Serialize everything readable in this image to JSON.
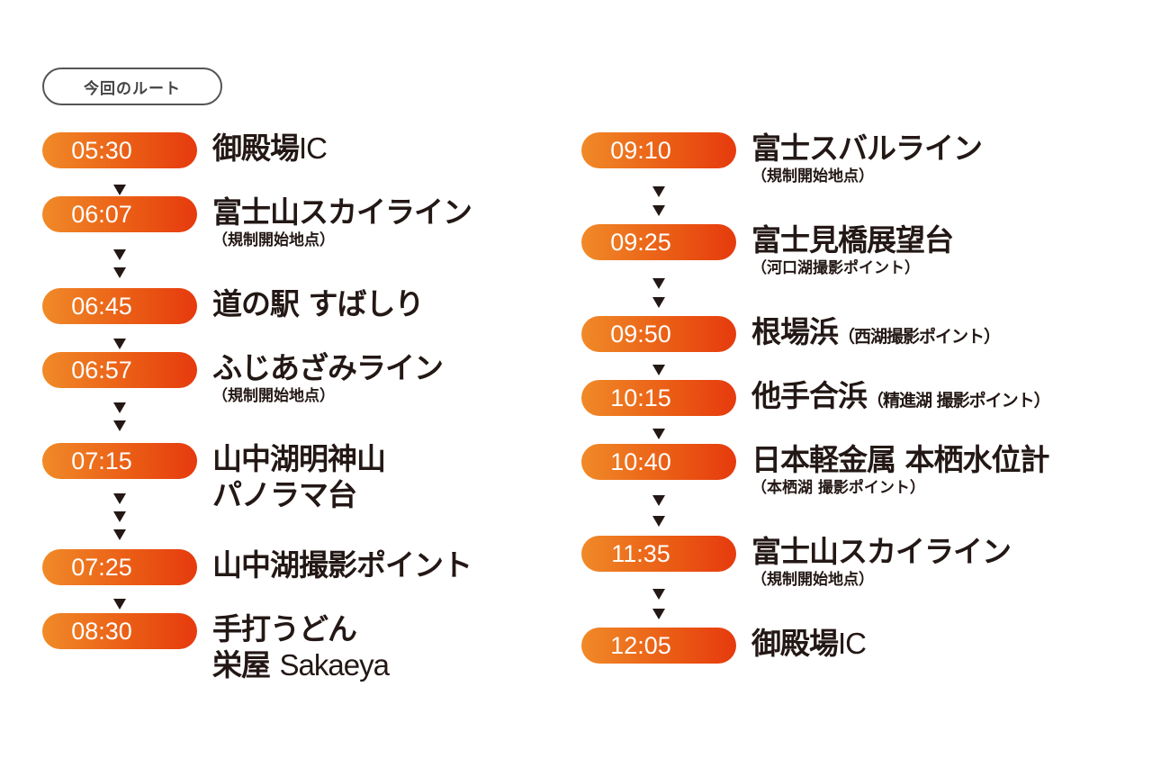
{
  "header": {
    "label": "今回のルート"
  },
  "colors": {
    "pill_start": "#f08a28",
    "pill_end": "#e63a0e",
    "text": "#231815"
  },
  "columns": [
    {
      "stops": [
        {
          "time": "05:30",
          "lines": [
            [
              {
                "t": "御殿場"
              },
              {
                "t": "IC",
                "light": true
              }
            ]
          ],
          "note": "",
          "arrows_after": 1
        },
        {
          "time": "06:07",
          "lines": [
            [
              {
                "t": "富士山スカイライン"
              }
            ]
          ],
          "note": "（規制開始地点）",
          "arrows_after": 2
        },
        {
          "time": "06:45",
          "lines": [
            [
              {
                "t": "道の駅 すばしり"
              }
            ]
          ],
          "note": "",
          "arrows_after": 1
        },
        {
          "time": "06:57",
          "lines": [
            [
              {
                "t": "ふじあざみライン"
              }
            ]
          ],
          "note": "（規制開始地点）",
          "arrows_after": 2
        },
        {
          "time": "07:15",
          "lines": [
            [
              {
                "t": "山中湖明神山"
              }
            ],
            [
              {
                "t": "パノラマ台"
              }
            ]
          ],
          "note": "",
          "arrows_after": 3
        },
        {
          "time": "07:25",
          "lines": [
            [
              {
                "t": "山中湖撮影ポイント"
              }
            ]
          ],
          "note": "",
          "arrows_after": 1
        },
        {
          "time": "08:30",
          "lines": [
            [
              {
                "t": "手打うどん"
              }
            ],
            [
              {
                "t": "栄屋 "
              },
              {
                "t": "Sakaeya",
                "light": true
              }
            ]
          ],
          "note": "",
          "arrows_after": 0
        }
      ]
    },
    {
      "stops": [
        {
          "time": "09:10",
          "lines": [
            [
              {
                "t": "富士スバルライン"
              }
            ]
          ],
          "note": "（規制開始地点）",
          "arrows_after": 2
        },
        {
          "time": "09:25",
          "lines": [
            [
              {
                "t": "富士見橋展望台"
              }
            ]
          ],
          "note": "（河口湖撮影ポイント）",
          "arrows_after": 2
        },
        {
          "time": "09:50",
          "lines": [
            [
              {
                "t": "根場浜"
              },
              {
                "t": "（西湖撮影ポイント）",
                "small": true
              }
            ]
          ],
          "note": "",
          "arrows_after": 1
        },
        {
          "time": "10:15",
          "lines": [
            [
              {
                "t": "他手合浜"
              },
              {
                "t": "（精進湖 撮影ポイント）",
                "small": true
              }
            ]
          ],
          "note": "",
          "arrows_after": 1
        },
        {
          "time": "10:40",
          "lines": [
            [
              {
                "t": "日本軽金属 本栖水位計"
              }
            ]
          ],
          "note": "（本栖湖 撮影ポイント）",
          "arrows_after": 2
        },
        {
          "time": "11:35",
          "lines": [
            [
              {
                "t": "富士山スカイライン"
              }
            ]
          ],
          "note": "（規制開始地点）",
          "arrows_after": 2
        },
        {
          "time": "12:05",
          "lines": [
            [
              {
                "t": "御殿場"
              },
              {
                "t": "IC",
                "light": true
              }
            ]
          ],
          "note": "",
          "arrows_after": 0
        }
      ]
    }
  ]
}
